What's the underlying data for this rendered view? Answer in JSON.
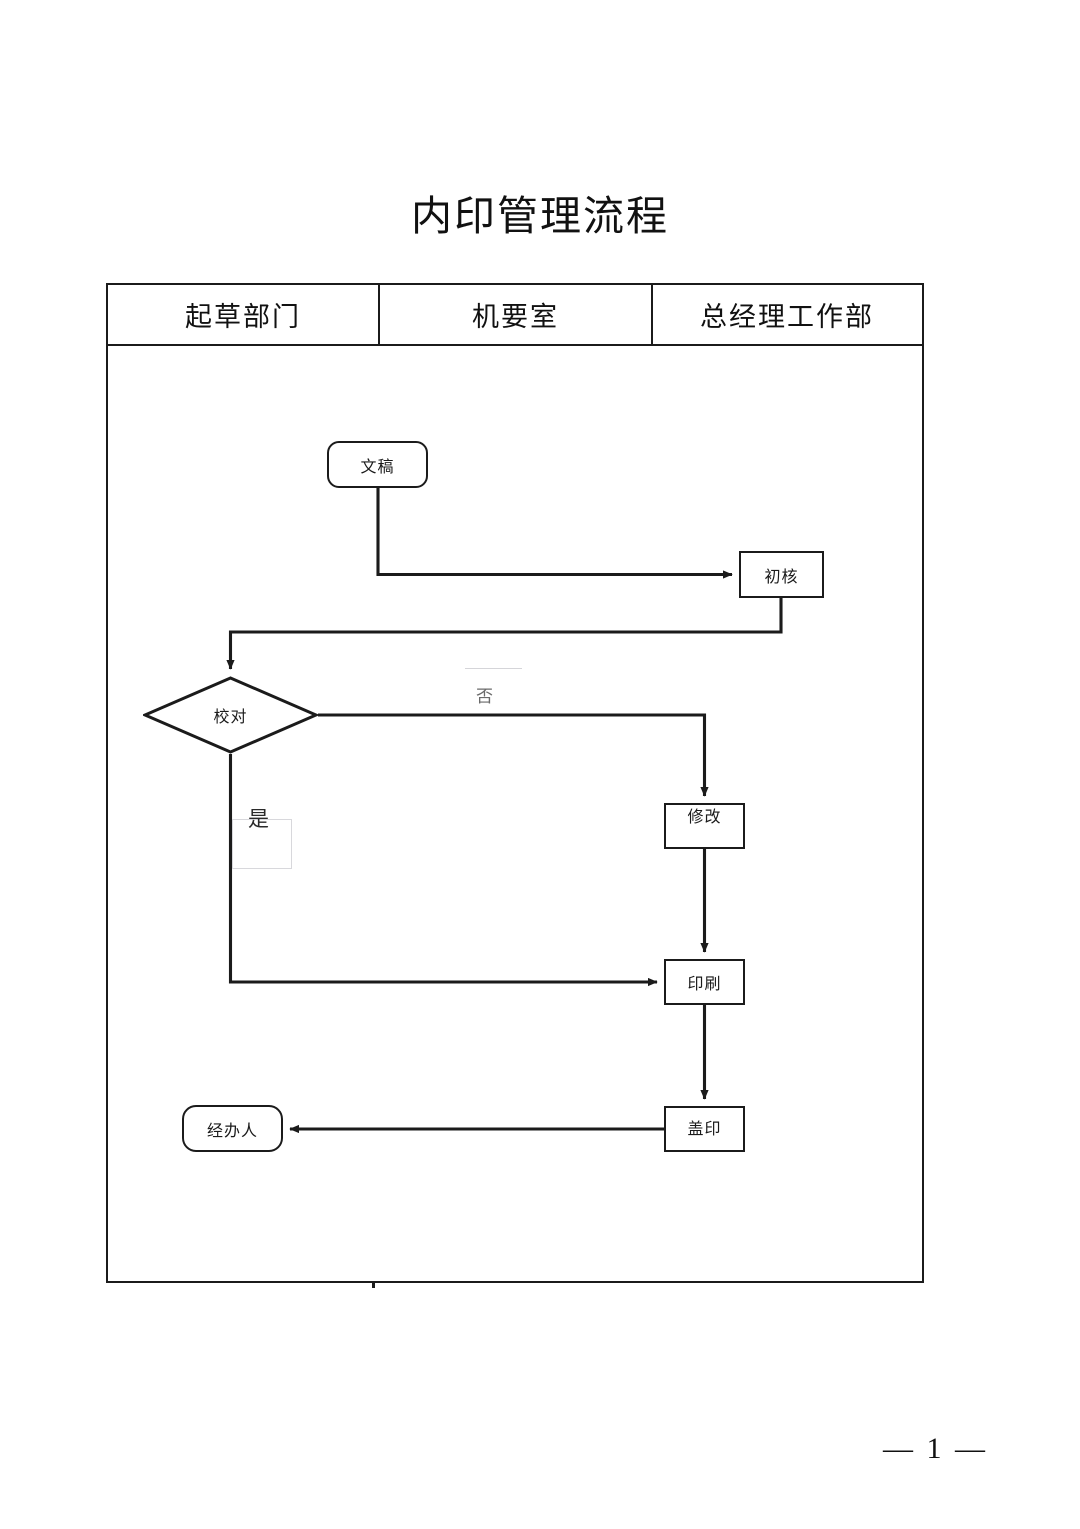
{
  "document": {
    "title": "内印管理流程",
    "page_number": "— 1 —"
  },
  "lanes": [
    {
      "id": "drafting-department",
      "label": "起草部门"
    },
    {
      "id": "confidential-office",
      "label": "机要室"
    },
    {
      "id": "gm-office",
      "label": "总经理工作部"
    }
  ],
  "flowchart": {
    "type": "swimlane-flowchart",
    "nodes": [
      {
        "id": "draft",
        "label": "文稿",
        "shape": "rounded-rect",
        "lane": "drafting-department"
      },
      {
        "id": "review",
        "label": "初核",
        "shape": "rect",
        "lane": "gm-office"
      },
      {
        "id": "decision",
        "label": "校对",
        "shape": "diamond",
        "lane": "drafting-department"
      },
      {
        "id": "revise",
        "label": "修改",
        "shape": "rect",
        "lane": "gm-office"
      },
      {
        "id": "print",
        "label": "印刷",
        "shape": "rect",
        "lane": "gm-office"
      },
      {
        "id": "seal",
        "label": "盖印",
        "shape": "rect",
        "lane": "gm-office"
      },
      {
        "id": "handler",
        "label": "经办人",
        "shape": "rounded-rect",
        "lane": "drafting-department"
      }
    ],
    "edges": [
      {
        "from": "draft",
        "to": "review",
        "label": ""
      },
      {
        "from": "review",
        "to": "decision",
        "label": ""
      },
      {
        "from": "decision",
        "to": "revise",
        "label": "否"
      },
      {
        "from": "decision",
        "to": "print",
        "label": "是"
      },
      {
        "from": "revise",
        "to": "print",
        "label": ""
      },
      {
        "from": "print",
        "to": "seal",
        "label": ""
      },
      {
        "from": "seal",
        "to": "handler",
        "label": ""
      }
    ],
    "labels": {
      "no": "否",
      "yes": "是"
    }
  },
  "colors": {
    "ink": "#1b1b1b",
    "paper": "#ffffff",
    "faint": "#d5d5d9"
  }
}
